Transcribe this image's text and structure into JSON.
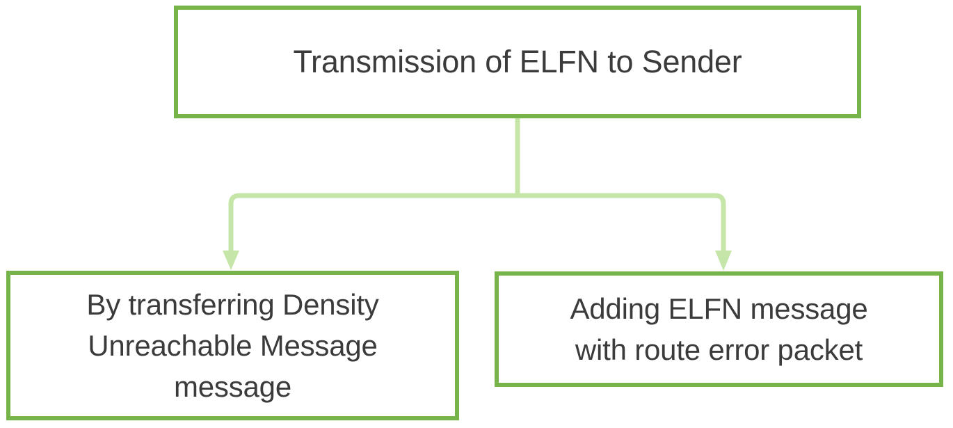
{
  "diagram": {
    "type": "flowchart",
    "orientation": "top-down",
    "background_color": "#ffffff",
    "node_border_color": "#76b44a",
    "node_fill_color": "#ffffff",
    "connector_color": "#c5e6a8",
    "text_color": "#3b3b3b",
    "nodes": [
      {
        "id": "root",
        "label": "Transmission of ELFN to Sender",
        "role": "parent"
      },
      {
        "id": "left",
        "label": "By transferring Density\nUnreachable Message\nmessage",
        "role": "child"
      },
      {
        "id": "right",
        "label": "Adding ELFN message\nwith route error packet",
        "role": "child"
      }
    ],
    "edges": [
      {
        "from": "root",
        "to": "left",
        "arrow": "arrowhead-down"
      },
      {
        "from": "root",
        "to": "right",
        "arrow": "arrowhead-down"
      }
    ]
  }
}
